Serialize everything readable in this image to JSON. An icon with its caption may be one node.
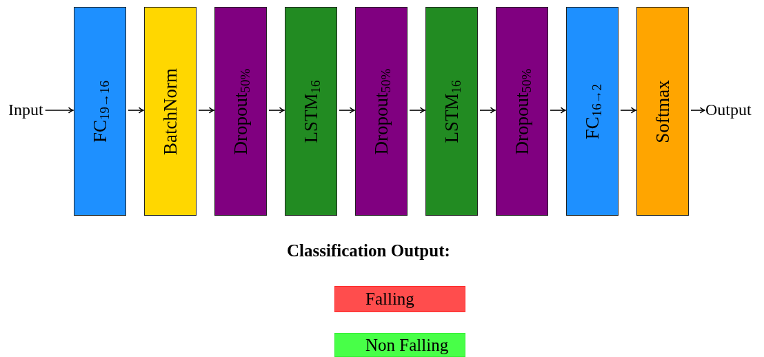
{
  "diagram": {
    "nodes": [
      {
        "text": [
          "Input"
        ]
      },
      {
        "text": [
          "FC$_{19→16}$"
        ]
      },
      {
        "text": [
          "BatchNorm"
        ]
      },
      {
        "text": [
          "Dropout$_{50%}$"
        ]
      },
      {
        "text": [
          "LSTM$_{16}$"
        ]
      },
      {
        "text": [
          "Dropout$_{50%}$"
        ]
      },
      {
        "text": [
          "LSTM$_{16}$"
        ]
      },
      {
        "text": [
          "Dropout$_{50%}$"
        ]
      },
      {
        "text": [
          "FC$_{16→2}$"
        ]
      },
      {
        "text": [
          "Softmax"
        ]
      },
      {
        "text": [
          "Output"
        ]
      },
      {
        "text": [
          "Falling"
        ]
      },
      {
        "text": [
          "Non Falling"
        ]
      }
    ],
    "edges": [
      {
        "from": 0,
        "to": 1,
        "arrow": "to"
      },
      {
        "from": 1,
        "to": 2,
        "arrow": "to"
      },
      {
        "from": 2,
        "to": 3,
        "arrow": "to"
      },
      {
        "from": 3,
        "to": 4,
        "arrow": "to"
      },
      {
        "from": 4,
        "to": 5,
        "arrow": "to"
      },
      {
        "from": 5,
        "to": 6,
        "arrow": "to"
      },
      {
        "from": 6,
        "to": 7,
        "arrow": "to"
      },
      {
        "from": 7,
        "to": 8,
        "arrow": "to"
      },
      {
        "from": 8,
        "to": 9,
        "arrow": "to"
      },
      {
        "from": 9,
        "to": 10,
        "arrow": "to"
      }
    ],
    "labels": [
      "Classification Output:"
    ]
  }
}
